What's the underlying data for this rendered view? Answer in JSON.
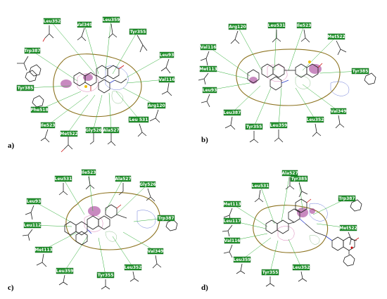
{
  "panels": [
    {
      "id": "a",
      "letter": "a)",
      "residues": [
        "Leu352",
        "Val349",
        "Leu359",
        "Tyr355",
        "Trp387",
        "Leu93",
        "Tyr385",
        "Val116",
        "Phe518",
        "Arg120",
        "Ile523",
        "Met522",
        "Gly526",
        "Ala527",
        "Leu 531"
      ]
    },
    {
      "id": "b",
      "letter": "b)",
      "residues": [
        "Arg120",
        "Leu531",
        "Ile523",
        "Met522",
        "Val116",
        "Met113",
        "Leu93",
        "Tyr385",
        "Leu387",
        "Val349",
        "Tyr355",
        "Leu359",
        "Leu352"
      ]
    },
    {
      "id": "c",
      "letter": "c)",
      "residues": [
        "Leu531",
        "Ile523",
        "Ala527",
        "Gly526",
        "Leu93",
        "Leu112",
        "Trp387",
        "Met113",
        "Val349",
        "Leu359",
        "Tyr355",
        "Leu352"
      ]
    },
    {
      "id": "d",
      "letter": "d)",
      "residues": [
        "Ala527",
        "Leu531",
        "Tyr385",
        "Trp387",
        "Met113",
        "Leu117",
        "Met522",
        "Val116",
        "Leu359",
        "Leu352",
        "Tyr355"
      ]
    }
  ],
  "colors": {
    "label_box": "#1f8f2a",
    "label_text": "#ffffff",
    "contact_line": "#2eae36",
    "surface": "#8d7320",
    "hydrophobic_blob": "#9b2a8c"
  }
}
